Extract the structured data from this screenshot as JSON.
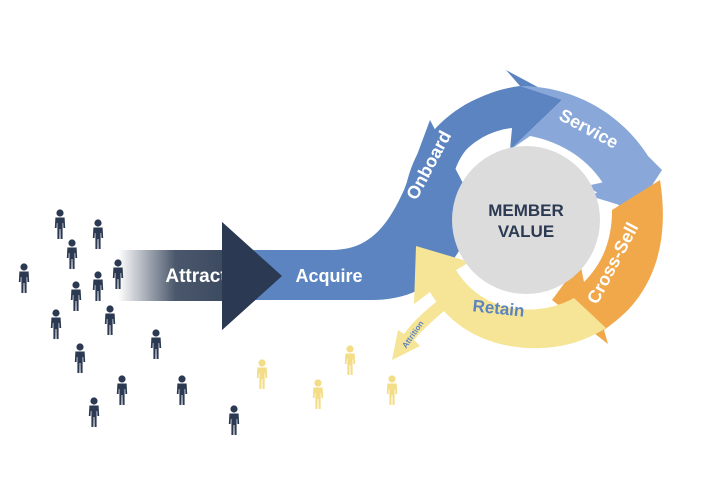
{
  "labels": {
    "attract": "Attract",
    "acquire": "Acquire",
    "onboard": "Onboard",
    "service": "Service",
    "cross_sell": "Cross-Sell",
    "retain": "Retain",
    "attrition": "Attrition",
    "center_line1": "MEMBER",
    "center_line2": "VALUE"
  },
  "colors": {
    "navy": "#2b3a52",
    "blue_dark": "#5b84c1",
    "blue_light": "#89a8d9",
    "orange": "#f0a84b",
    "yellow": "#f6e596",
    "yellow_people": "#f3dd86",
    "center_gray": "#dcdcdc",
    "center_text": "#2b3a52",
    "retain_text": "#5b84c1",
    "white_text": "#ffffff"
  },
  "icons": {
    "person_dark": "person-icon",
    "person_light": "person-icon"
  }
}
